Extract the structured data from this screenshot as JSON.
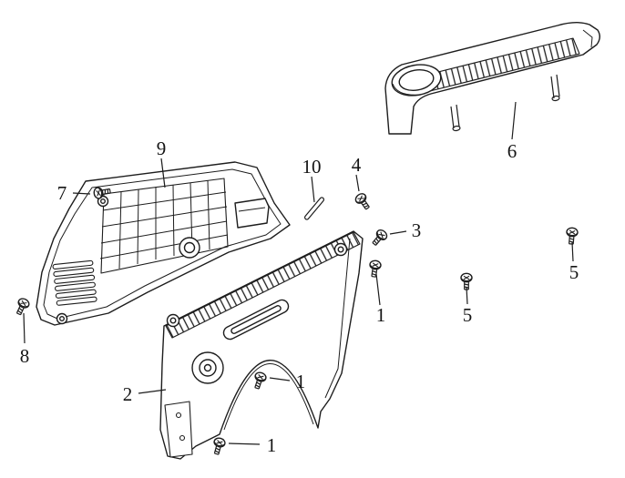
{
  "page": {
    "background_color": "#ffffff",
    "line_color": "#1d1d1d"
  },
  "diagram": {
    "type": "exploded-parts-diagram",
    "callouts": [
      {
        "label": "9"
      },
      {
        "label": "7"
      },
      {
        "label": "8"
      },
      {
        "label": "10"
      },
      {
        "label": "4"
      },
      {
        "label": "3"
      },
      {
        "label": "1"
      },
      {
        "label": "5"
      },
      {
        "label": "5"
      },
      {
        "label": "6"
      },
      {
        "label": "1"
      },
      {
        "label": "1"
      },
      {
        "label": "2"
      }
    ]
  }
}
